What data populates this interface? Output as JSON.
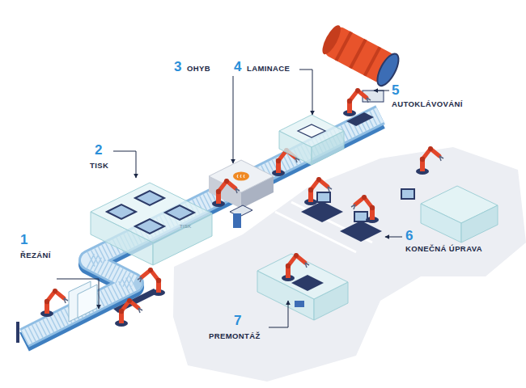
{
  "diagram": {
    "labels": [
      "1",
      "ŘEZÁNÍ",
      "2",
      "TISK",
      "3",
      "OHYB",
      "4",
      "LAMINACE",
      "5",
      "AUTOKLÁVOVÁNÍ",
      "6",
      "KONEČNÁ ÚPRAVA",
      "7",
      "PREMONTÁŽ",
      "TISK"
    ]
  }
}
